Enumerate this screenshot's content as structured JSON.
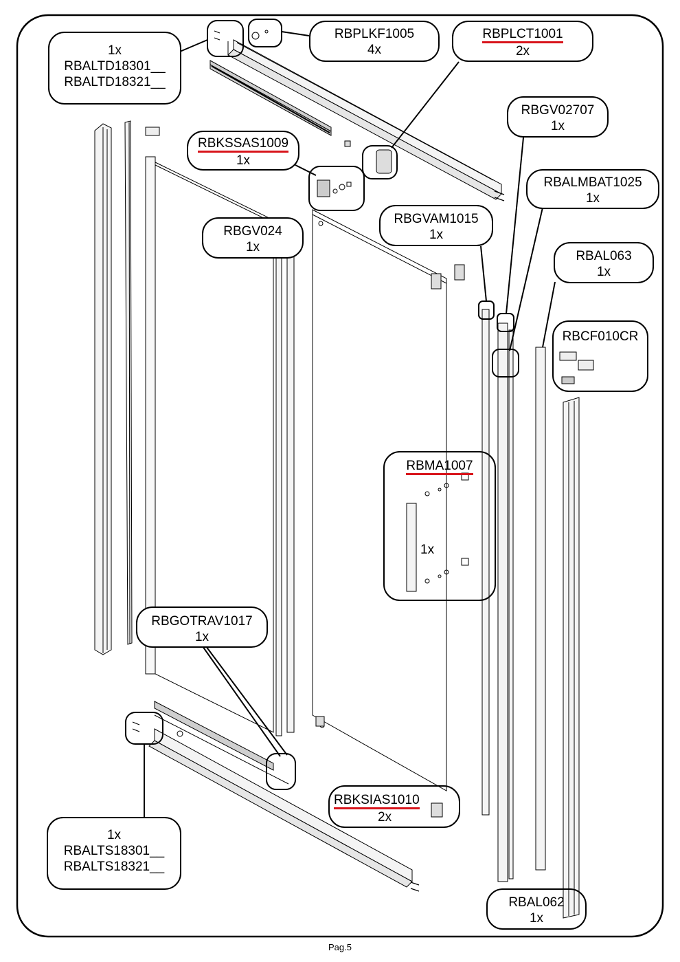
{
  "page": {
    "number_label": "Pag.5"
  },
  "colors": {
    "highlight": "#d8141b",
    "line": "#000000",
    "part_fill": "#f2f2f2"
  },
  "callouts": {
    "altd": {
      "qty": "1x",
      "codes": [
        "RBALTD18301__",
        "RBALTD18321__"
      ]
    },
    "plkf": {
      "code": "RBPLKF1005",
      "qty": "4x"
    },
    "plct": {
      "code": "RBPLCT1001",
      "qty": "2x",
      "highlighted": true
    },
    "gv02707": {
      "code": "RBGV02707",
      "qty": "1x"
    },
    "kssas": {
      "code": "RBKSSAS1009",
      "qty": "1x",
      "highlighted": true
    },
    "almbat": {
      "code": "RBALMBAT1025",
      "qty": "1x"
    },
    "gvam": {
      "code": "RBGVAM1015",
      "qty": "1x"
    },
    "gv024": {
      "code": "RBGV024",
      "qty": "1x"
    },
    "al063": {
      "code": "RBAL063",
      "qty": "1x"
    },
    "cf010": {
      "code": "RBCF010CR"
    },
    "ma1007": {
      "code": "RBMA1007",
      "qty": "1x",
      "highlighted": true
    },
    "gotrav": {
      "code": "RBGOTRAV1017",
      "qty": "1x"
    },
    "ksias": {
      "code": "RBKSIAS1010",
      "qty": "2x",
      "highlighted": true
    },
    "alts": {
      "qty": "1x",
      "codes": [
        "RBALTS18301__",
        "RBALTS18321__"
      ]
    },
    "al062": {
      "code": "RBAL062",
      "qty": "1x"
    }
  }
}
